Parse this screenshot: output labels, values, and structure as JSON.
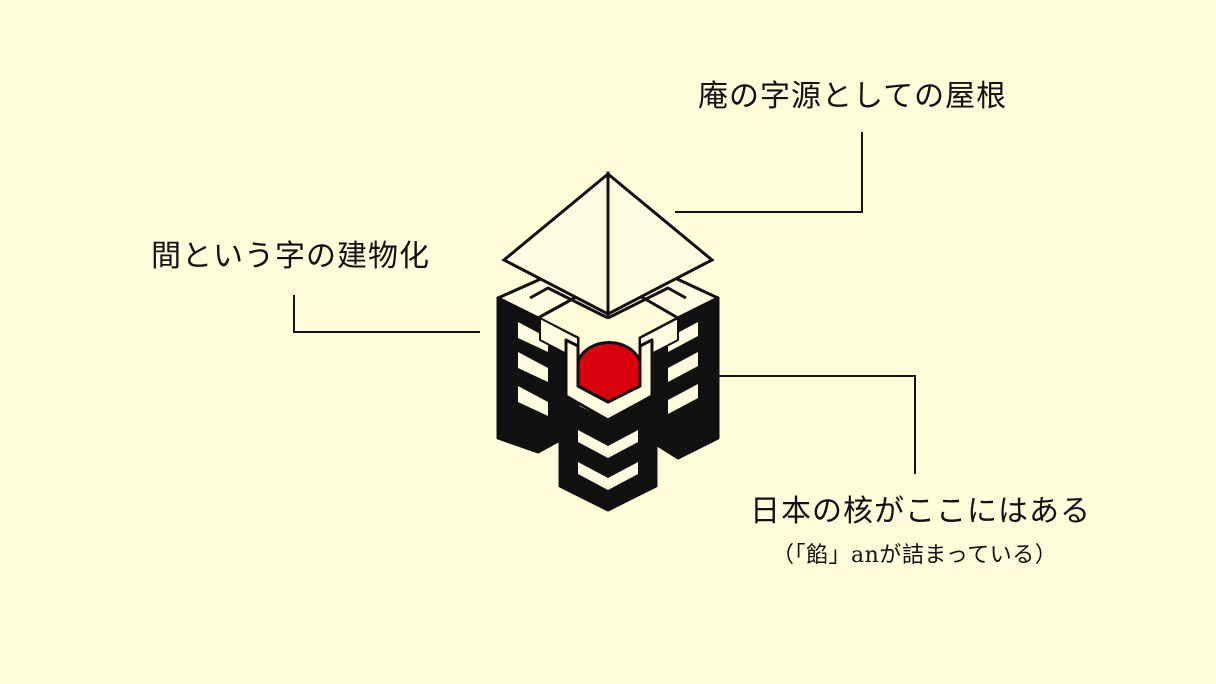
{
  "labels": {
    "roof": "庵の字源としての屋根",
    "ma_building": "間という字の建物化",
    "core": "日本の核がここにはある",
    "core_sub": "（「餡」anが詰まっている）"
  },
  "colors": {
    "background": "#fffcd9",
    "ink": "#111111",
    "core_red": "#d9000d",
    "face_cream": "#fffbe0"
  }
}
